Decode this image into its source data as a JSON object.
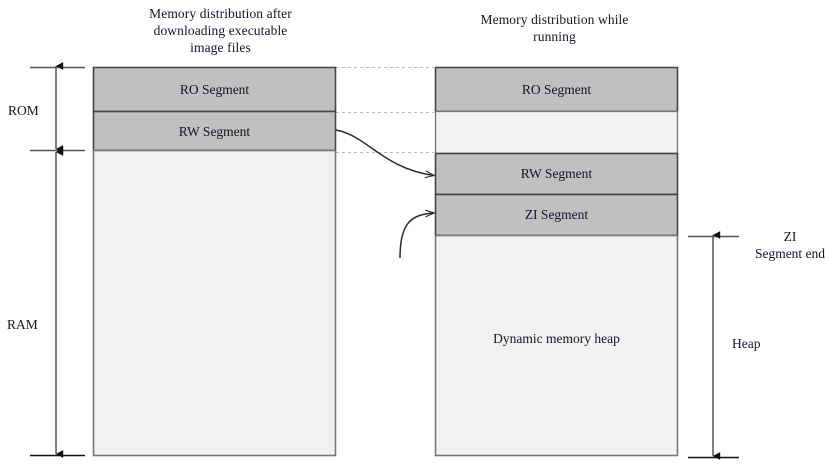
{
  "diagram": {
    "type": "memory-layout-diagram",
    "background_color": "#FFFFFF",
    "segment_fill_color": "#C0C0C0",
    "free_fill_color": "#F1F1F1",
    "stroke_color": "#404040",
    "guide_color": "#BFBFBF"
  },
  "panels": {
    "left": {
      "title": "Memory distribution after downloading executable image files",
      "title_lines": [
        "Memory distribution after",
        "downloading executable",
        "image files"
      ],
      "blocks": [
        {
          "label": "RO Segment",
          "fill": "segment"
        },
        {
          "label": "RW Segment",
          "fill": "segment"
        },
        {
          "label": "",
          "fill": "free"
        }
      ]
    },
    "right": {
      "title": "Memory distribution while running",
      "title_lines": [
        "Memory distribution while",
        "running"
      ],
      "blocks": [
        {
          "label": "RO Segment",
          "fill": "segment"
        },
        {
          "label": "",
          "fill": "free"
        },
        {
          "label": "RW Segment",
          "fill": "segment"
        },
        {
          "label": "ZI Segment",
          "fill": "segment"
        },
        {
          "label": "Dynamic memory heap",
          "fill": "free"
        }
      ]
    }
  },
  "measures": {
    "left": [
      {
        "name": "rom",
        "label": "ROM"
      },
      {
        "name": "ram",
        "label": "RAM"
      }
    ],
    "right": [
      {
        "name": "zi-segment-end",
        "label": "ZI Segment end",
        "label_lines": [
          "ZI",
          "Segment end"
        ]
      },
      {
        "name": "heap",
        "label": "Heap",
        "label_lines": [
          "Heap"
        ]
      }
    ]
  },
  "connectors": [
    {
      "name": "rw-relocation-arrow",
      "from": "left RW Segment",
      "to": "right RW Segment"
    },
    {
      "name": "zi-creation-arrow",
      "from": "below",
      "to": "right ZI Segment"
    }
  ],
  "guides": [
    {
      "name": "ro-top-guide"
    },
    {
      "name": "ro-bottom-guide"
    },
    {
      "name": "rw-bottom-guide"
    }
  ]
}
